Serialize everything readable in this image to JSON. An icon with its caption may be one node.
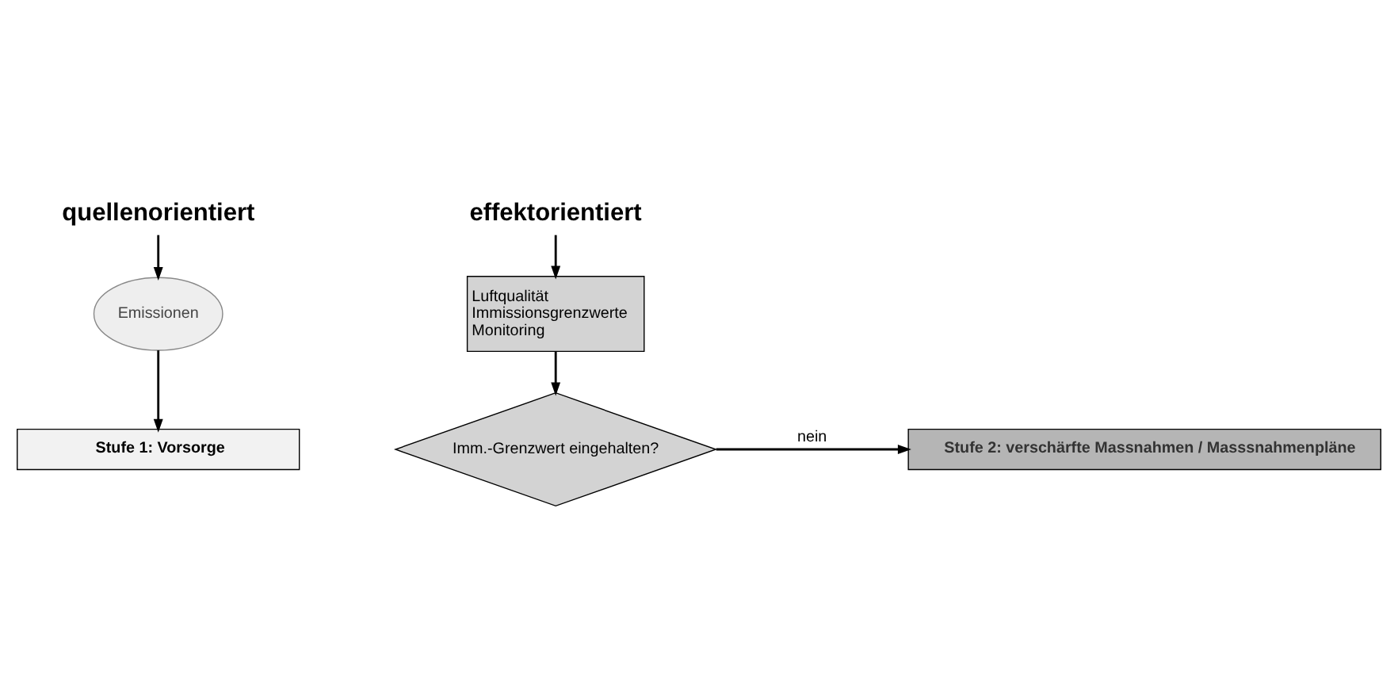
{
  "diagram": {
    "nodes": [
      {
        "text": [
          "quellenorientiert"
        ]
      },
      {
        "text": [
          "effektorientiert"
        ]
      },
      {
        "text": [
          "Emissionen"
        ]
      },
      {
        "text": [
          "Luftqualität",
          "Immissionsgrenzwerte",
          "Monitoring"
        ]
      },
      {
        "text": [
          "Stufe 1: Vorsorge"
        ]
      },
      {
        "text": [
          "Stufe 2: verschärfte Massnahmen / Masssnahmenpläne"
        ]
      },
      {
        "text": [
          "Imm.-Grenzwert eingehalten?"
        ]
      }
    ],
    "edges": [
      {
        "from": 0,
        "to": 2,
        "arrow": "to"
      },
      {
        "from": 2,
        "to": 4,
        "arrow": "to"
      },
      {
        "from": 1,
        "to": 3,
        "arrow": "to"
      },
      {
        "from": 3,
        "to": 6,
        "arrow": "to"
      },
      {
        "from": 6,
        "to": 5,
        "arrow": "to",
        "label": "nein"
      }
    ]
  }
}
